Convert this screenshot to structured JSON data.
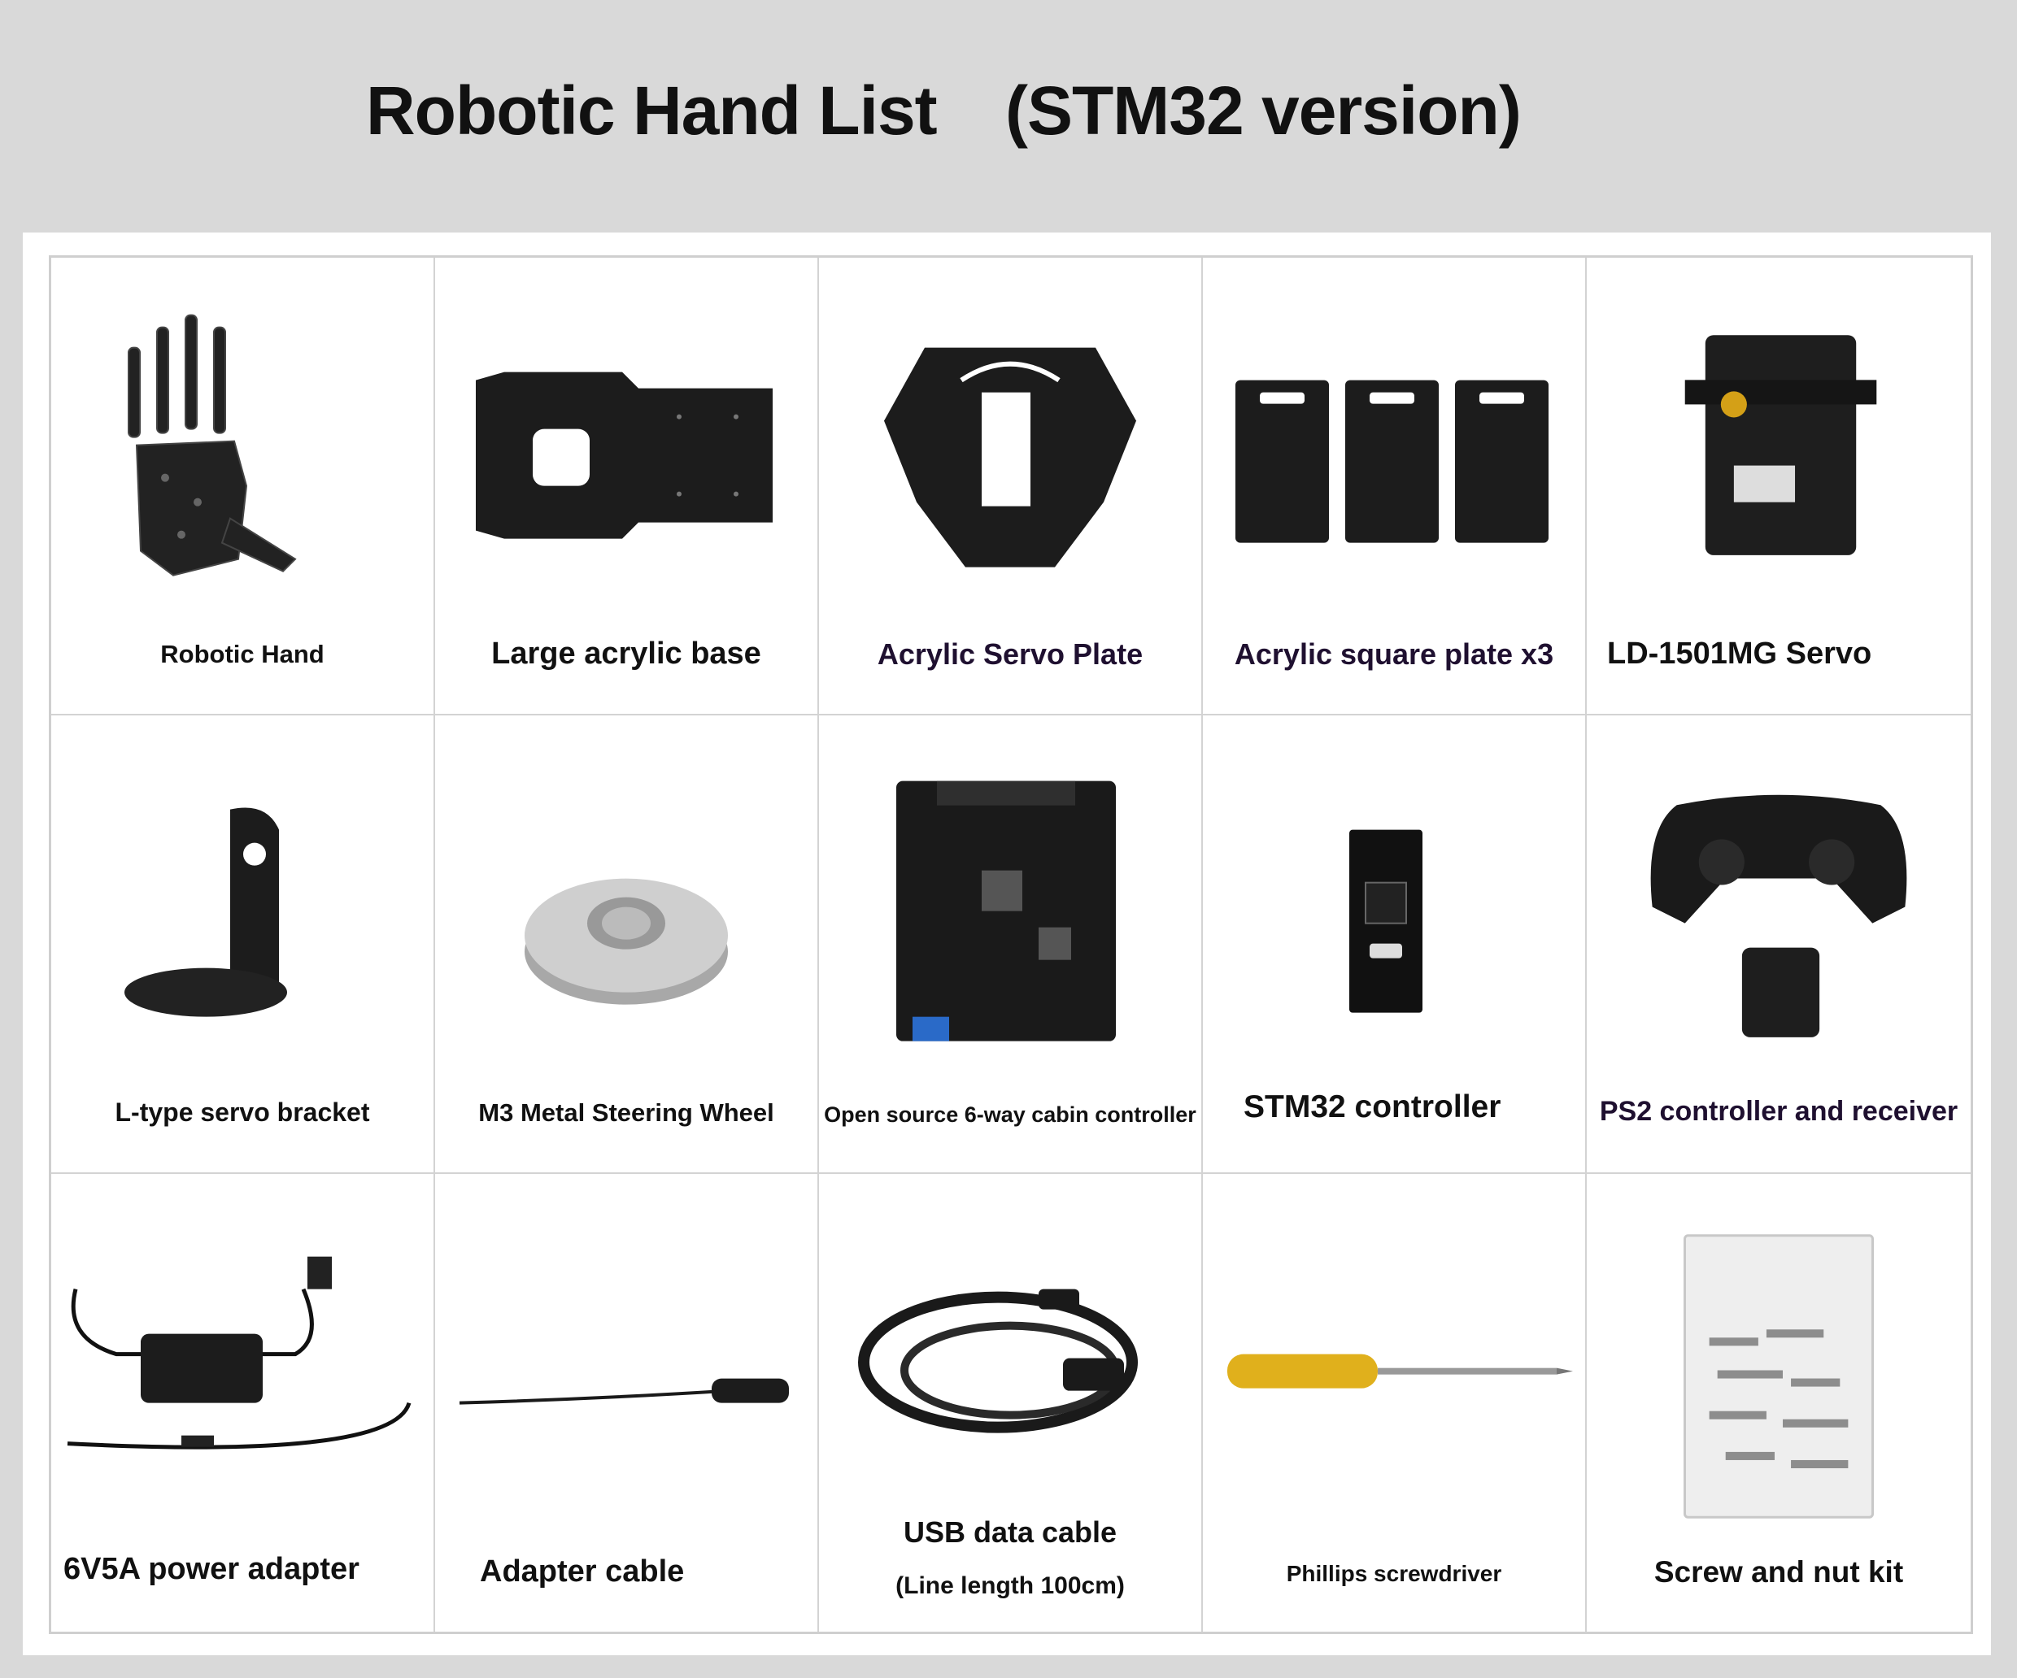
{
  "header": {
    "title": "Robotic Hand List",
    "subtitle": "(STM32 version)"
  },
  "items": [
    {
      "label": "Robotic Hand",
      "icon": "robotic-hand-icon"
    },
    {
      "label": "Large acrylic base",
      "icon": "acrylic-base-icon"
    },
    {
      "label": "Acrylic Servo Plate",
      "icon": "servo-plate-icon"
    },
    {
      "label": "Acrylic square plate x3",
      "icon": "square-plates-icon"
    },
    {
      "label": "LD-1501MG Servo",
      "icon": "servo-icon"
    },
    {
      "label": "L-type servo bracket",
      "icon": "bracket-icon"
    },
    {
      "label": "M3 Metal Steering Wheel",
      "icon": "steering-wheel-icon"
    },
    {
      "label": "Open source 6-way cabin controller",
      "icon": "controller-board-icon"
    },
    {
      "label": "STM32 controller",
      "icon": "stm32-board-icon"
    },
    {
      "label": "PS2 controller and receiver",
      "icon": "gamepad-icon"
    },
    {
      "label": "6V5A power adapter",
      "icon": "power-adapter-icon"
    },
    {
      "label": "Adapter cable",
      "icon": "adapter-cable-icon"
    },
    {
      "label": "USB data cable",
      "sublabel": "(Line length 100cm)",
      "icon": "usb-cable-icon"
    },
    {
      "label": "Phillips screwdriver",
      "icon": "screwdriver-icon"
    },
    {
      "label": "Screw and nut kit",
      "icon": "screw-kit-icon"
    }
  ]
}
